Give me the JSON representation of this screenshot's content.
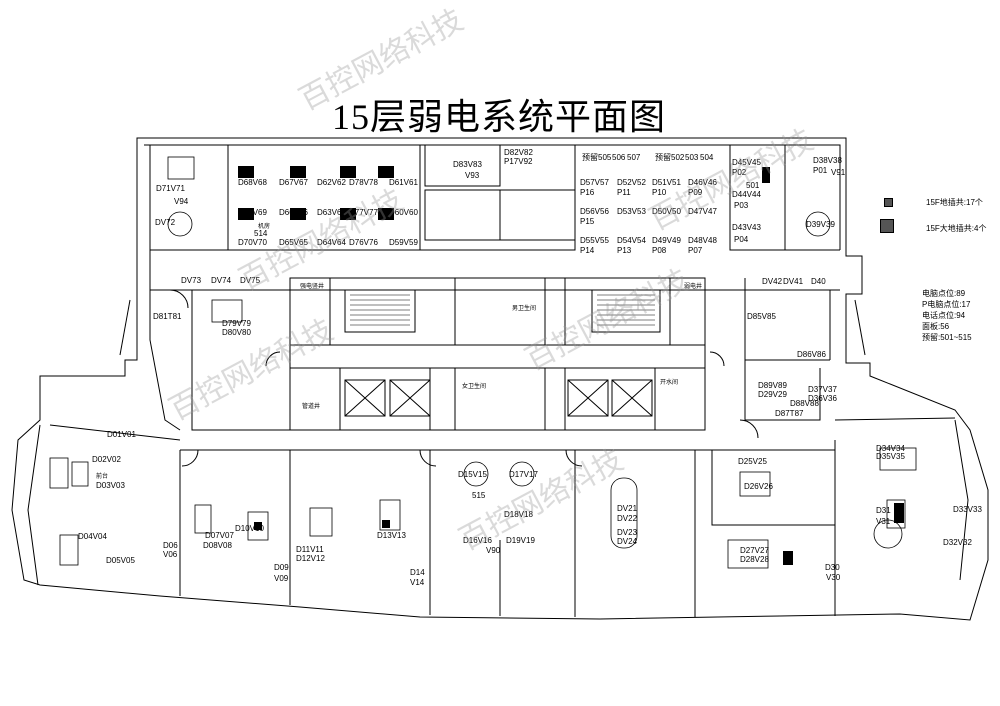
{
  "title": "15层弱电系统平面图",
  "legend": {
    "floor_box": "15F地插共:17个",
    "big_floor_box": "15F大地插共:4个"
  },
  "stats": {
    "data_points": "电脑点位:89",
    "p_points": "P电脑点位:17",
    "phone_points": "电话点位:94",
    "panels": "面板:56",
    "reserved": "预留:501~515"
  },
  "watermark": "百控网络科技",
  "room_texts": {
    "equip_room": "机房",
    "power_well": "强电竖井",
    "weak_well": "弱电井",
    "male_wc": "男卫生间",
    "female_wc": "女卫生间",
    "pipe_well": "管道井",
    "water_room": "开水间",
    "front_desk": "前台"
  },
  "labels": [
    "D71V71",
    "V94",
    "DV72",
    "D68V68",
    "D67V67",
    "D62V62",
    "D78V78",
    "D61V61",
    "D69V69",
    "D66V66",
    "D63V63",
    "D77V77",
    "D60V60",
    "D70V70",
    "D65V65",
    "D64V64",
    "D76V76",
    "D59V59",
    "D82V82",
    "P17V92",
    "D83V83",
    "V93",
    "D57V57",
    "D52V52",
    "D51V51",
    "D46V46",
    "D56V56",
    "D53V53",
    "D50V50",
    "D47V47",
    "D55V55",
    "D54V54",
    "D49V49",
    "D48V48",
    "P16",
    "P11",
    "P10",
    "P09",
    "P15",
    "P14",
    "P13",
    "P08",
    "P07",
    "预留505",
    "506",
    "507",
    "预留502",
    "503",
    "504",
    "D45V45",
    "P02",
    "D44V44",
    "P03",
    "D43V43",
    "P04",
    "501",
    "D38V38",
    "P01",
    "V91",
    "D39V39",
    "DV73",
    "DV74",
    "DV75",
    "D81T81",
    "D79V79",
    "D80V80",
    "DV42",
    "DV41",
    "D40",
    "D85V85",
    "D86V86",
    "D89V89",
    "D29V29",
    "D88V88",
    "D37V37",
    "D36V36",
    "D87T87",
    "D01V01",
    "D02V02",
    "D03V03",
    "D04V04",
    "D05V05",
    "D06",
    "V06",
    "D07V07",
    "D08V08",
    "D10V10",
    "D09",
    "V09",
    "D11V11",
    "D12V12",
    "D13V13",
    "D14",
    "V14",
    "D15V15",
    "D17V17",
    "515",
    "D18V18",
    "D16V16",
    "D19V19",
    "V90",
    "DV21",
    "DV22",
    "DV23",
    "DV24",
    "D25V25",
    "D26V26",
    "D27V27",
    "D28V28",
    "D34V34",
    "D35V35",
    "D31",
    "V31",
    "D33V33",
    "D32V32",
    "D30",
    "V30",
    "514"
  ]
}
